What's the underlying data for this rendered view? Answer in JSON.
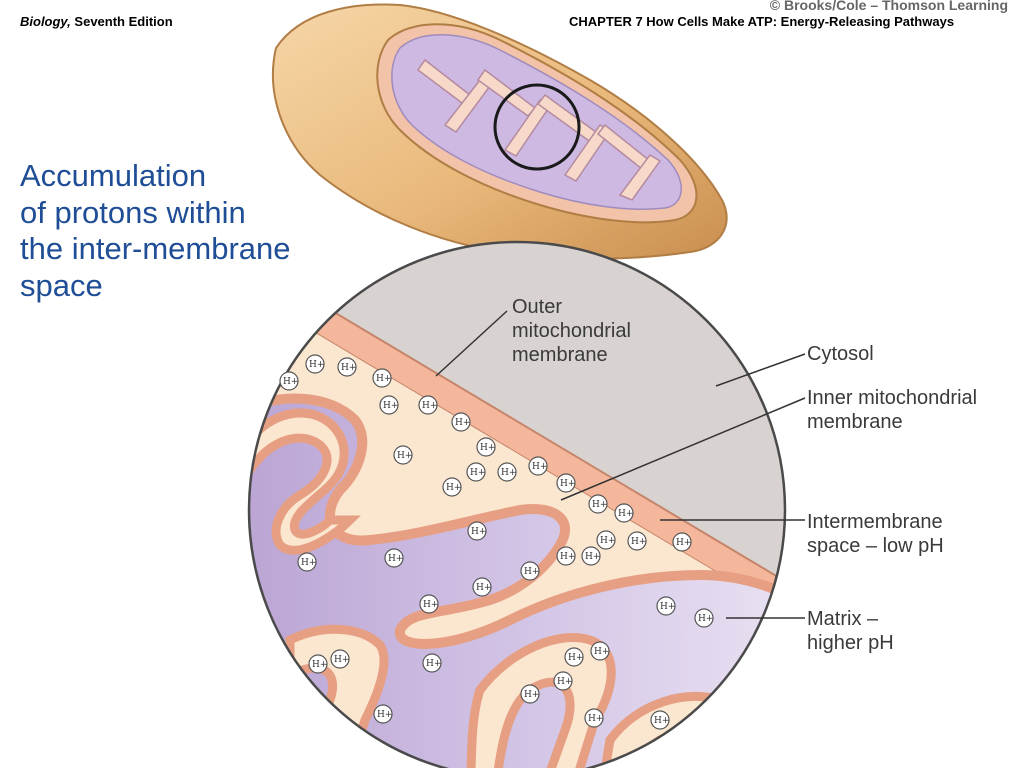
{
  "header": {
    "book_title": "Biology,",
    "edition": "Seventh Edition",
    "chapter": "CHAPTER 7 How Cells Make ATP: Energy-Releasing Pathways",
    "copyright": "© Brooks/Cole – Thomson Learning"
  },
  "caption": {
    "lines": [
      "Accumulation",
      "of protons within",
      "the inter-membrane",
      "space"
    ]
  },
  "labels": {
    "outer_membrane": [
      "Outer",
      "mitochondrial",
      "membrane"
    ],
    "cytosol": "Cytosol",
    "inner_membrane": [
      "Inner mitochondrial",
      "membrane"
    ],
    "intermembrane_space": [
      "Intermembrane",
      "space – low pH"
    ],
    "matrix": [
      "Matrix –",
      "higher pH"
    ]
  },
  "proton_label": "H+",
  "colors": {
    "caption": "#1f4e96",
    "cytosol": "#d8d3d1",
    "membrane": "#f4b79c",
    "intermembrane": "#fbe6d0",
    "matrix": "#c8b6dc",
    "outer_shell": "#e9b97b"
  }
}
